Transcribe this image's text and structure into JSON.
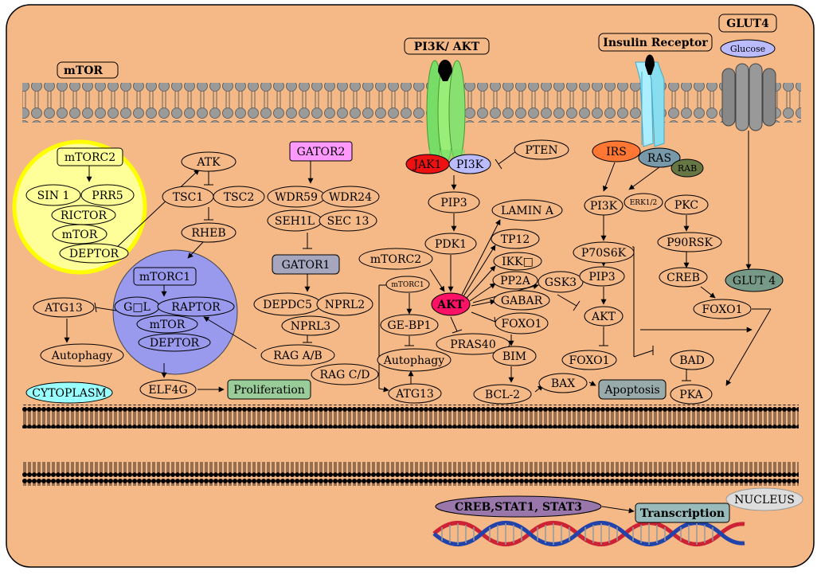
{
  "labels": {
    "mtor": "mTOR",
    "pi3k_akt": "PI3K/ AKT",
    "insulin_receptor": "Insulin Receptor",
    "glut4_title": "GLUT4",
    "glucose": "Glucose",
    "cytoplasm": "CYTOPLASM",
    "nucleus": "NUCLEUS",
    "transcription": "Transcription",
    "creb_stat": "CREB,STAT1, STAT3"
  },
  "mtorc2_complex": {
    "mtorc2": "mTORC2",
    "sin1": "SIN 1",
    "prr5": "PRR5",
    "rictor": "RICTOR",
    "mtor": "mTOR",
    "deptor": "DEPTOR"
  },
  "mtorc1_complex": {
    "mtorc1": "mTORC1",
    "gbl": "G□L",
    "raptor": "RAPTOR",
    "mtor": "mTOR",
    "deptor": "DEPTOR"
  },
  "nodes": {
    "atk": "ATK",
    "tsc1": "TSC1",
    "tsc2": "TSC2",
    "rheb": "RHEB",
    "atg13_left": "ATG13",
    "autophagy_left": "Autophagy",
    "elf4g": "ELF4G",
    "proliferation": "Proliferation",
    "gator2": "GATOR2",
    "wdr59": "WDR59",
    "wdr24": "WDR24",
    "seh1l": "SEH1L",
    "sec13": "SEC 13",
    "gator1": "GATOR1",
    "depdc5": "DEPDC5",
    "nprl2": "NPRL2",
    "nprl3": "NPRL3",
    "rag_ab": "RAG A/B",
    "rag_cd": "RAG C/D",
    "jak1": "JAK1",
    "pi3k_top": "PI3K",
    "pten": "PTEN",
    "pip3_top": "PIP3",
    "pdk1": "PDK1",
    "mtorc2_mid": "mTORC2",
    "mtorc1_small": "mTORC1",
    "akt_main": "AKT",
    "ge_bp1": "GE-BP1",
    "autophagy_mid": "Autophagy",
    "atg13_mid": "ATG13",
    "pras40": "PRAS40",
    "lamin_a": "LAMIN A",
    "tp12": "TP12",
    "ikk": "IKK□",
    "pp2a": "PP2A",
    "gabar": "GABAR",
    "foxo1_mid": "FOXO1",
    "bim": "BIM",
    "bcl2": "BCL-2",
    "bax": "BAX",
    "apoptosis": "Apoptosis",
    "gsk3": "GSK3",
    "irs": "IRS",
    "ras": "RAS",
    "rab": "RAB",
    "erk": "ERK1/2",
    "pi3k_right": "PI3K",
    "p70s6k": "P70S6K",
    "pip3_right": "PIP3",
    "akt_right": "AKT",
    "foxo1_right": "FOXO1",
    "pkc": "PKC",
    "p90rsk": "P90RSK",
    "creb": "CREB",
    "foxo1_far": "FOXO1",
    "glut4_node": "GLUT 4",
    "bad": "BAD",
    "pka": "PKA"
  },
  "colors": {
    "cell": "#f5b887",
    "membrane_head": "#9a9a9a",
    "mtorc2_fill": "#ffff99",
    "mtorc2_border": "#ffff00",
    "mtorc1_fill": "#9999ee",
    "gator2": "#ff99ff",
    "gator1": "#a6a6bf",
    "green_box": "#99cc99",
    "jak1": "#ee1111",
    "pi3k": "#bbbbff",
    "akt": "#ff1166",
    "irs": "#ff7733",
    "ras": "#7799aa",
    "rab": "#667744",
    "glut4_node": "#779988",
    "cytoplasm": "#99ffff",
    "nucleus": "#dddddd",
    "creb_stat": "#9977aa",
    "transcription": "#99bbbb",
    "apoptosis": "#99aaaa"
  }
}
